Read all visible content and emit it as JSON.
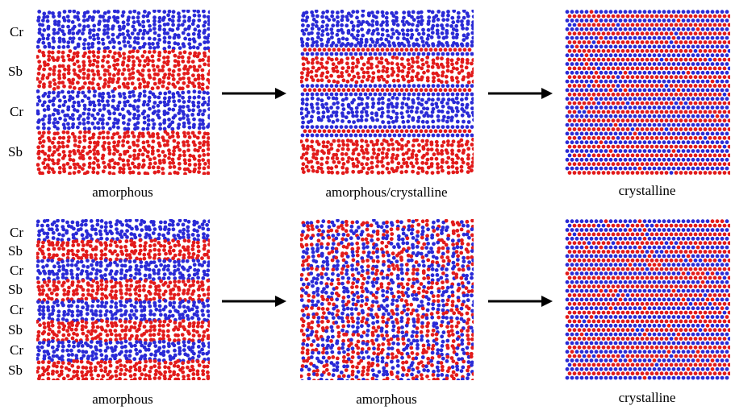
{
  "colors": {
    "cr": "#2a2ad6",
    "sb": "#e21b1b",
    "arrow": "#000000"
  },
  "rows": [
    {
      "layer_labels": [
        "Cr",
        "Sb",
        "Cr",
        "Sb"
      ],
      "captions": [
        "amorphous",
        "amorphous/crystalline",
        "crystalline"
      ],
      "panels": [
        {
          "state": "amorphous",
          "layers": [
            "Cr",
            "Sb",
            "Cr",
            "Sb"
          ]
        },
        {
          "state": "amorphous/crystalline",
          "layers": [
            "Cr",
            "Sb",
            "Cr",
            "Sb"
          ]
        },
        {
          "state": "crystalline",
          "layers": [
            "Cr",
            "Sb"
          ]
        }
      ]
    },
    {
      "layer_labels": [
        "Cr",
        "Sb",
        "Cr",
        "Sb",
        "Cr",
        "Sb",
        "Cr",
        "Sb"
      ],
      "captions": [
        "amorphous",
        "amorphous",
        "crystalline"
      ],
      "panels": [
        {
          "state": "amorphous",
          "layers": [
            "Cr",
            "Sb",
            "Cr",
            "Sb",
            "Cr",
            "Sb",
            "Cr",
            "Sb"
          ]
        },
        {
          "state": "amorphous",
          "layers": [
            "Cr",
            "Sb"
          ]
        },
        {
          "state": "crystalline",
          "layers": [
            "Cr",
            "Sb"
          ]
        }
      ]
    }
  ]
}
